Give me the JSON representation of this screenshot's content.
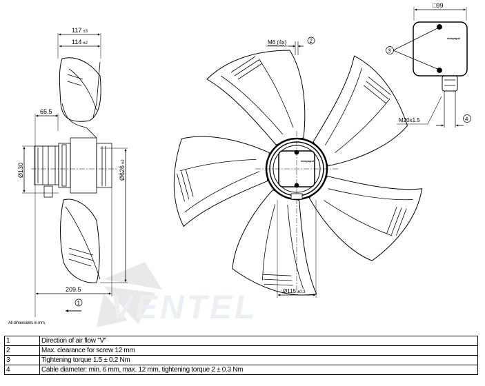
{
  "watermark": {
    "logo_text": "VENTEL"
  },
  "side_view": {
    "dim_117": "117",
    "tol_117": "±3",
    "dim_114": "114",
    "tol_114": "±2",
    "dim_65_5": "65.5",
    "dim_130": "Ø130",
    "dim_626": "Ø626",
    "tol_626": "±2",
    "dim_209_5": "209.5",
    "callout_1": "1"
  },
  "front_view": {
    "screw_label": "M6 (4x)",
    "callout_2": "2",
    "dim_115": "Ø115",
    "tol_115": "±0.3",
    "hub_brand": "ebmpapst"
  },
  "terminal_box": {
    "dim_99": "□99",
    "callout_3": "3",
    "gland_label": "M20x1.5",
    "callout_4": "4",
    "brand": "ebmpapst"
  },
  "note": "All dimensions in mm.",
  "legend": [
    {
      "num": "1",
      "text": "Direction of air flow \"V\""
    },
    {
      "num": "2",
      "text": "Max. clearance for screw 12 mm"
    },
    {
      "num": "3",
      "text": "Tightening torque 1.5 ± 0.2 Nm"
    },
    {
      "num": "4",
      "text": "Cable diameter: min. 6 mm, max. 12 mm, tightening torque 2 ± 0.3 Nm"
    }
  ]
}
